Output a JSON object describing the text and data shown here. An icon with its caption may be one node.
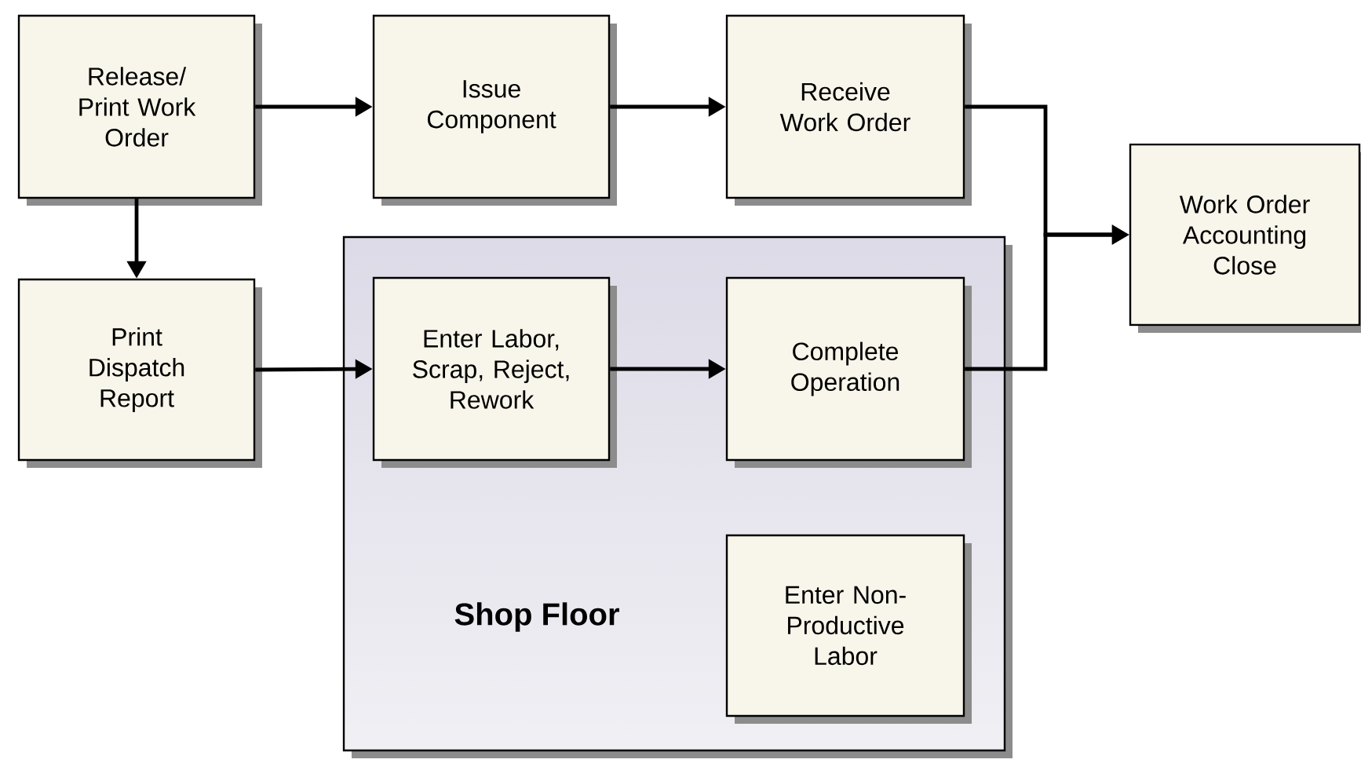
{
  "diagram": {
    "nodes": [
      {
        "text": [
          "Release/ Print Work Order"
        ]
      },
      {
        "text": [
          "Issue Component"
        ]
      },
      {
        "text": [
          "Receive Work Order"
        ]
      },
      {
        "text": [
          "Work Order Accounting Close"
        ]
      },
      {
        "text": [
          "Print Dispatch Report"
        ]
      },
      {
        "text": [
          "Shop Floor"
        ]
      },
      {
        "text": [
          "Enter Labor, Scrap, Reject, Rework"
        ],
        "in": 5
      },
      {
        "text": [
          "Complete Operation"
        ],
        "in": 5
      },
      {
        "text": [
          "Enter Non-Productive Labor"
        ],
        "in": 5
      }
    ],
    "edges": [
      {
        "from": 0,
        "to": 1,
        "arrow": "to"
      },
      {
        "from": 1,
        "to": 2,
        "arrow": "to"
      },
      {
        "from": 2,
        "to": 3,
        "arrow": "to"
      },
      {
        "from": 7,
        "to": 3,
        "arrow": "to"
      },
      {
        "from": 0,
        "to": 4,
        "arrow": "to"
      },
      {
        "from": 4,
        "to": 6,
        "arrow": "to"
      },
      {
        "from": 6,
        "to": 7,
        "arrow": "to"
      }
    ]
  }
}
